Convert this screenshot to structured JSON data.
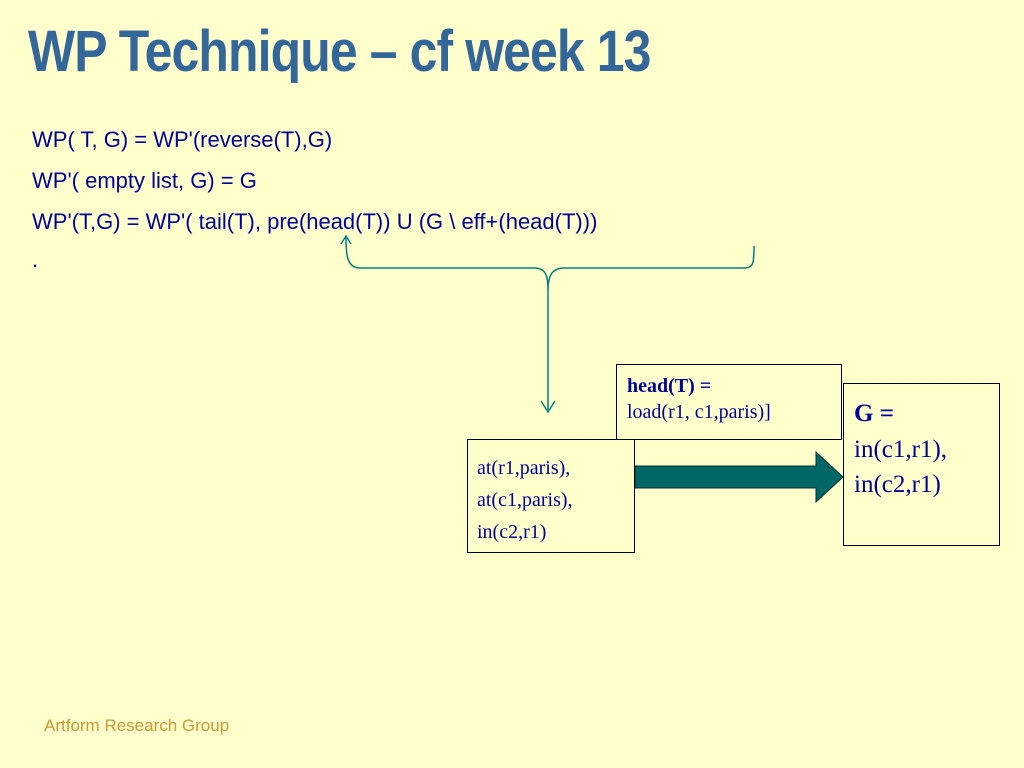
{
  "slide": {
    "title": "WP Technique – cf week 13",
    "lines": [
      "WP( T, G) = WP'(reverse(T),G)",
      "WP'( empty list, G) = G",
      "WP'(T,G) = WP'( tail(T),  pre(head(T)) U (G \\ eff+(head(T)))",
      "."
    ],
    "footer": "Artform Research Group"
  },
  "diagram": {
    "head_box": {
      "label": "head(T) =",
      "value": "load(r1, c1,paris)]"
    },
    "goal_box": {
      "label": "G =",
      "items": [
        "in(c1,r1),",
        "in(c2,r1)"
      ]
    },
    "state_box": {
      "items": [
        "at(r1,paris),",
        "at(c1,paris),",
        "in(c2,r1)"
      ]
    },
    "colors": {
      "title": "#336699",
      "text": "#000099",
      "arrow": "#006666",
      "brace": "#008080",
      "footer": "#cc9933",
      "background": "#ffffcc"
    }
  }
}
